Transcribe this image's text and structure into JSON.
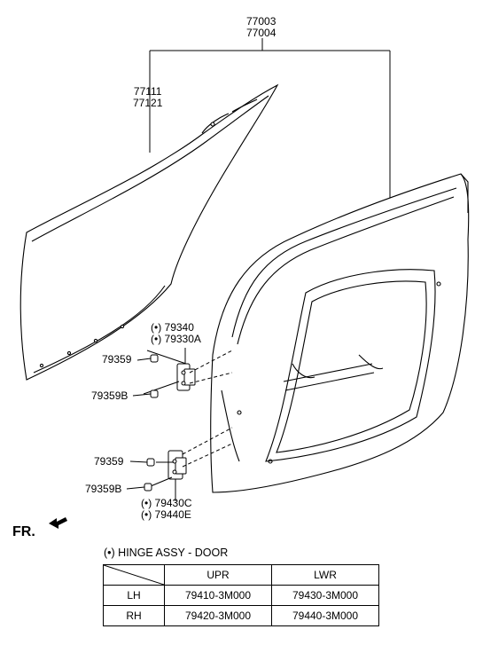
{
  "callouts": {
    "door_assy": [
      "77003",
      "77004"
    ],
    "outer_panel": [
      "77111",
      "77121"
    ],
    "upr_hinge_parts": [
      "(•) 79340",
      "(•) 79330A"
    ],
    "bolt_upper_a": "79359",
    "bolt_upper_b": "79359B",
    "bolt_lower_a": "79359",
    "bolt_lower_b": "79359B",
    "lwr_hinge_parts": [
      "(•) 79430C",
      "(•) 79440E"
    ]
  },
  "front_indicator": "FR.",
  "legend": "(•) HINGE ASSY - DOOR",
  "table": {
    "headers": [
      "",
      "UPR",
      "LWR"
    ],
    "rows": [
      [
        "LH",
        "79410-3M000",
        "79430-3M000"
      ],
      [
        "RH",
        "79420-3M000",
        "79440-3M000"
      ]
    ]
  }
}
